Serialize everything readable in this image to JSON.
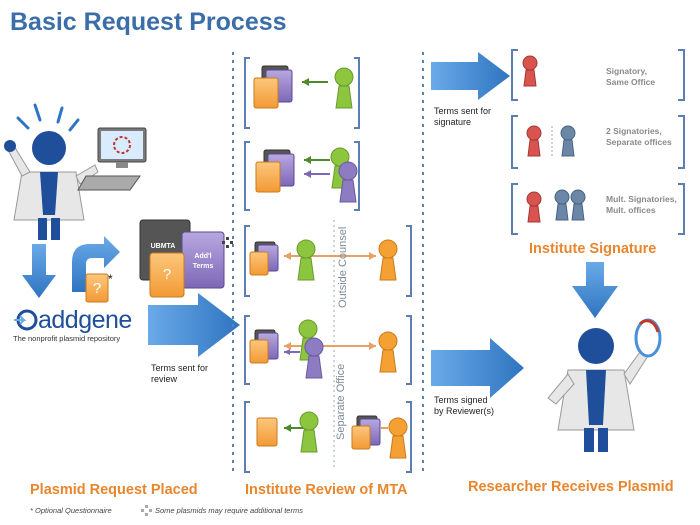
{
  "title": "Basic Request Process",
  "stages": {
    "placed": "Plasmid Request Placed",
    "review": "Institute Review of MTA",
    "signature": "Institute Signature",
    "receives": "Researcher Receives Plasmid"
  },
  "arrow_notes": {
    "sent_for_review": [
      "Terms sent for",
      "review"
    ],
    "sent_for_signature": [
      "Terms sent for",
      "signature"
    ],
    "signed_by_reviewer": [
      "Terms signed",
      "by Reviewer(s)"
    ]
  },
  "signatory_options": [
    [
      "Signatory,",
      "Same Office"
    ],
    [
      "2 Signatories,",
      "Separate offices"
    ],
    [
      "Mult. Signatories,",
      "Mult. offices"
    ]
  ],
  "vertical_labels": {
    "outside": "Outside Counsel",
    "separate": "Separate Office"
  },
  "documents": {
    "ubmta": "UBMTA",
    "addl_terms": [
      "Add'l",
      "Terms"
    ],
    "question": "?"
  },
  "asterisk": "*",
  "logo": {
    "name": "addgene",
    "tagline": "The nonprofit plasmid repository"
  },
  "footnotes": {
    "optional": "* Optional Questionnaire",
    "additional": "Some plasmids may require additional terms"
  },
  "colors": {
    "title": "#3b6ea8",
    "stage_label": "#e8862e",
    "arrow_blue": "#4a90d9",
    "person_green": "#8cc63f",
    "person_orange": "#f5a033",
    "person_purple": "#8e7cc3",
    "person_red": "#d9534f",
    "person_slate": "#6b87a8",
    "scientist": "#1f4e9a",
    "bracket": "#5b7fb3"
  }
}
